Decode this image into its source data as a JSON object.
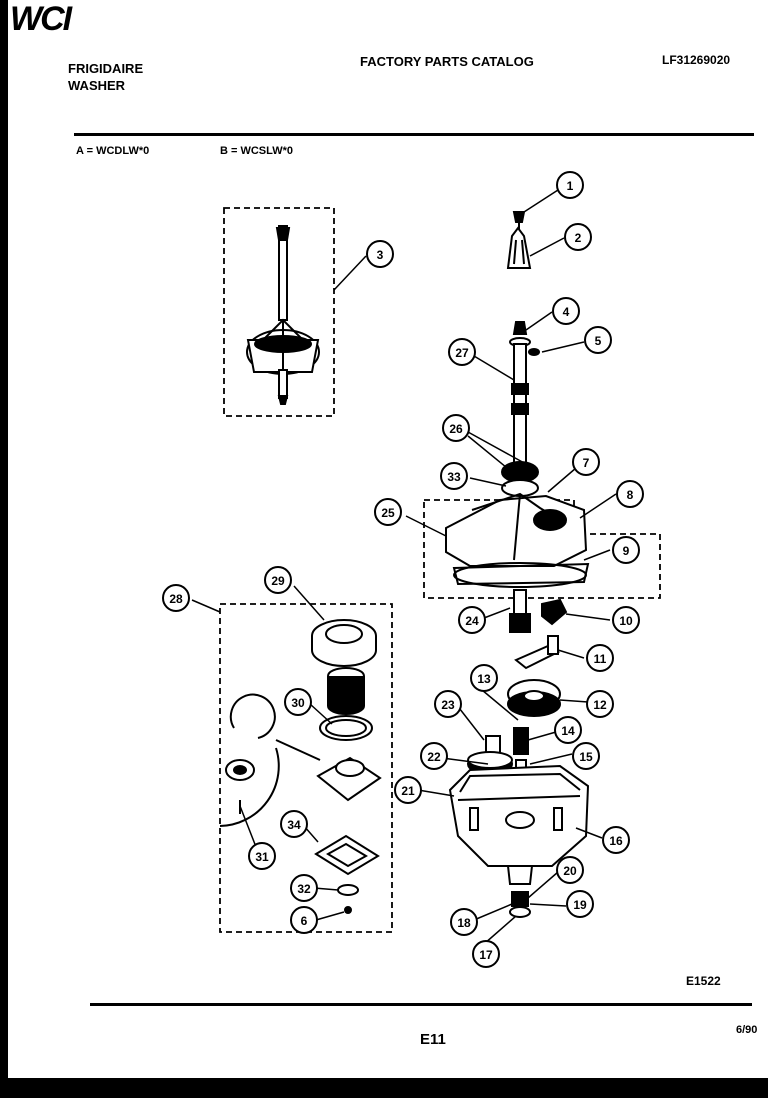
{
  "header": {
    "brand_line1": "FRIGIDAIRE",
    "brand_line2": "WASHER",
    "logo_text": "WCI",
    "catalog_title": "FACTORY PARTS CATALOG",
    "catalog_number": "LF31269020"
  },
  "models": {
    "a": "A = WCDLW*0",
    "b": "B = WCSLW*0"
  },
  "footer": {
    "diagram_code": "E1522",
    "page_number": "E11",
    "date_code": "6/90"
  },
  "callouts": [
    "1",
    "2",
    "3",
    "4",
    "5",
    "27",
    "26",
    "33",
    "7",
    "8",
    "25",
    "9",
    "24",
    "10",
    "11",
    "28",
    "29",
    "30",
    "13",
    "23",
    "12",
    "14",
    "22",
    "15",
    "21",
    "16",
    "31",
    "34",
    "32",
    "6",
    "20",
    "19",
    "18",
    "17"
  ],
  "colors": {
    "ink": "#000000",
    "paper": "#ffffff",
    "border": "#000000"
  }
}
